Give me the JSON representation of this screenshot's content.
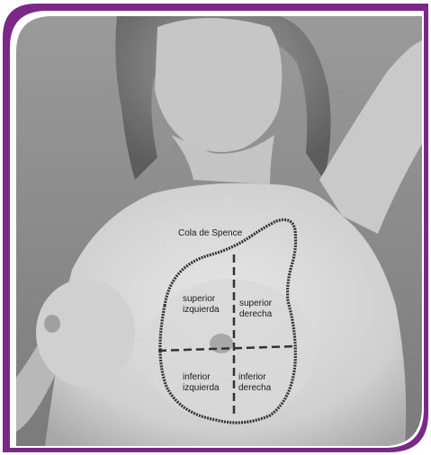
{
  "figure": {
    "frame_color": "#7a2a86",
    "background_color": "#8c8c8c",
    "skin_tone": "#d9d9d9",
    "outline_color": "#333333",
    "labels": {
      "tail": "Cola de Spence",
      "upper_left": [
        "superior",
        "izquierda"
      ],
      "upper_right": [
        "superior",
        "derecha"
      ],
      "lower_left": [
        "inferior",
        "izquierda"
      ],
      "lower_right": [
        "inferior",
        "derecha"
      ]
    }
  }
}
